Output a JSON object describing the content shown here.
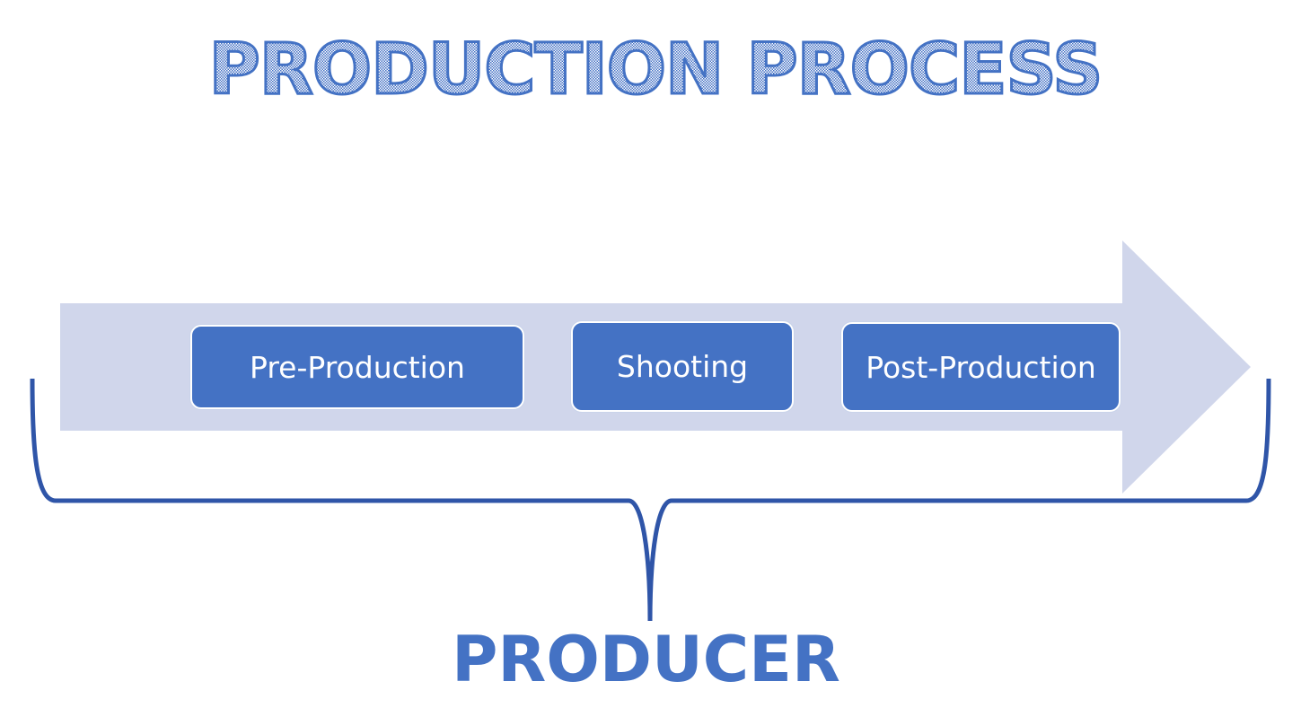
{
  "title": "PRODUCTION PROCESS",
  "steps": [
    {
      "label": "Pre-Production"
    },
    {
      "label": "Shooting"
    },
    {
      "label": "Post-Production"
    }
  ],
  "footer_label": "PRODUCER",
  "colors": {
    "accent": "#4472C4",
    "arrow": "#D0D6EB",
    "brace": "#2F55A8"
  }
}
